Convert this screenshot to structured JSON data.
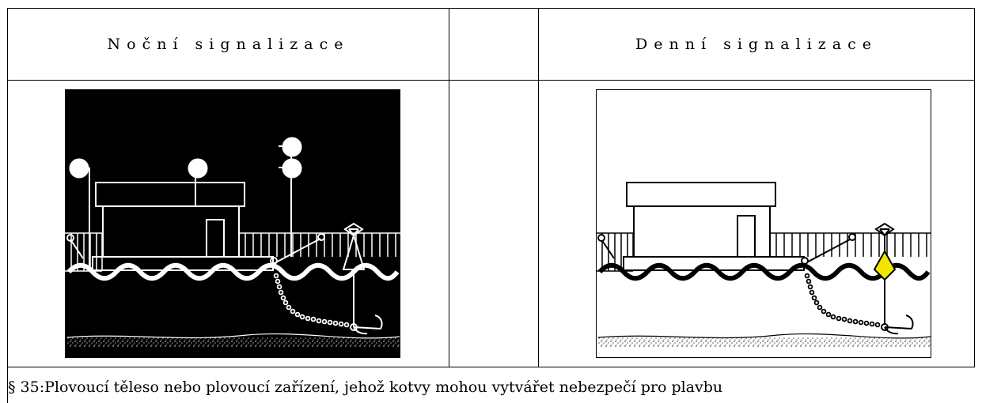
{
  "table": {
    "headers": {
      "night": "Noční signalizace",
      "empty": "",
      "day": "Denní signalizace"
    },
    "figures": {
      "night": {
        "type": "signal illustration",
        "background": "#000000",
        "foreground": "#ffffff"
      },
      "day": {
        "type": "signal illustration",
        "background": "#ffffff",
        "foreground": "#000000",
        "accent": "#f2e600"
      }
    },
    "caption": "§ 35:Plovoucí těleso nebo plovoucí zařízení, jehož kotvy mohou vytvářet nebezpečí pro plavbu"
  }
}
